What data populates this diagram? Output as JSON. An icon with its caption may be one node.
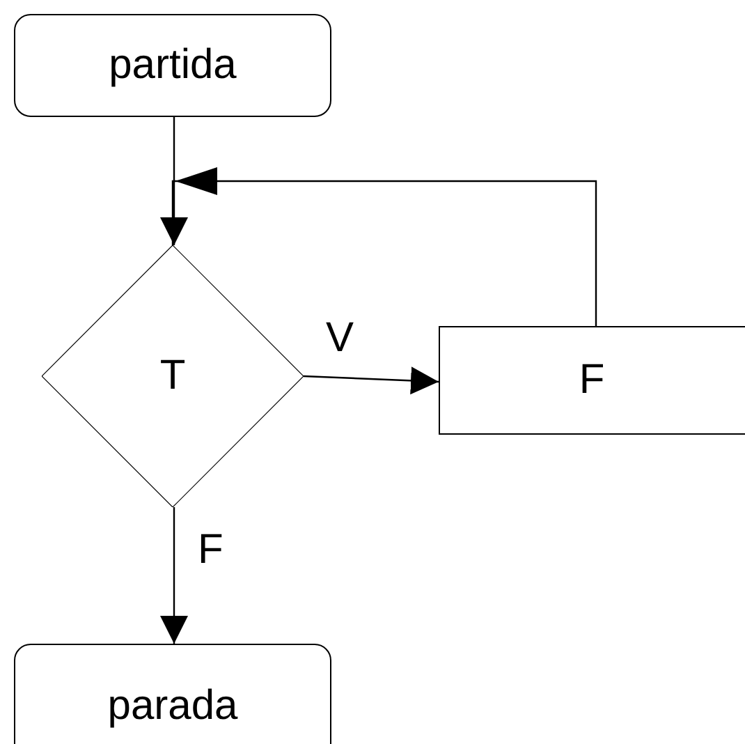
{
  "diagram": {
    "nodes": [
      {
        "text": [
          "partida"
        ]
      },
      {
        "text": [
          "T"
        ]
      },
      {
        "text": [
          "F"
        ]
      },
      {
        "text": [
          "parada"
        ]
      }
    ],
    "edges": [
      {
        "from": 0,
        "to": 1,
        "arrow": "to"
      },
      {
        "from": 1,
        "to": 2,
        "arrow": "to",
        "label": "V"
      },
      {
        "from": 2,
        "to": 1,
        "arrow": "to"
      },
      {
        "from": 1,
        "to": 3,
        "arrow": "to",
        "label": "F"
      }
    ]
  }
}
